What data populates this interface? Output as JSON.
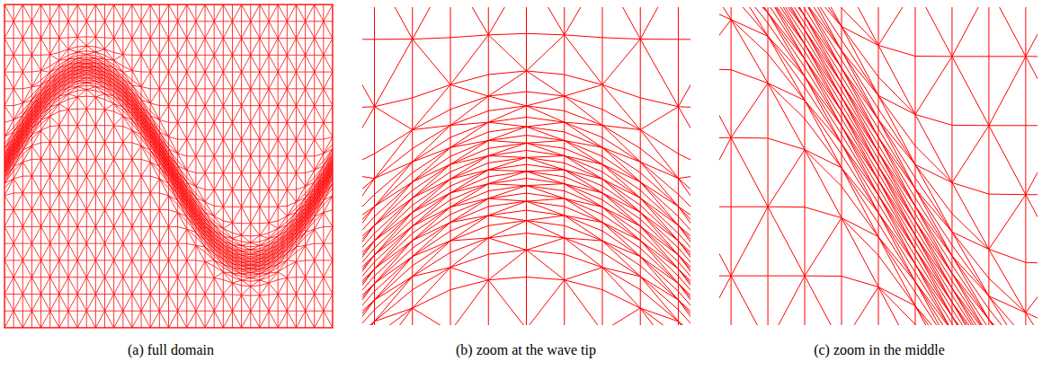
{
  "diagram": {
    "labels": [
      "(a) full domain",
      "(b) zoom at the wave tip",
      "(c) zoom in the middle"
    ]
  }
}
